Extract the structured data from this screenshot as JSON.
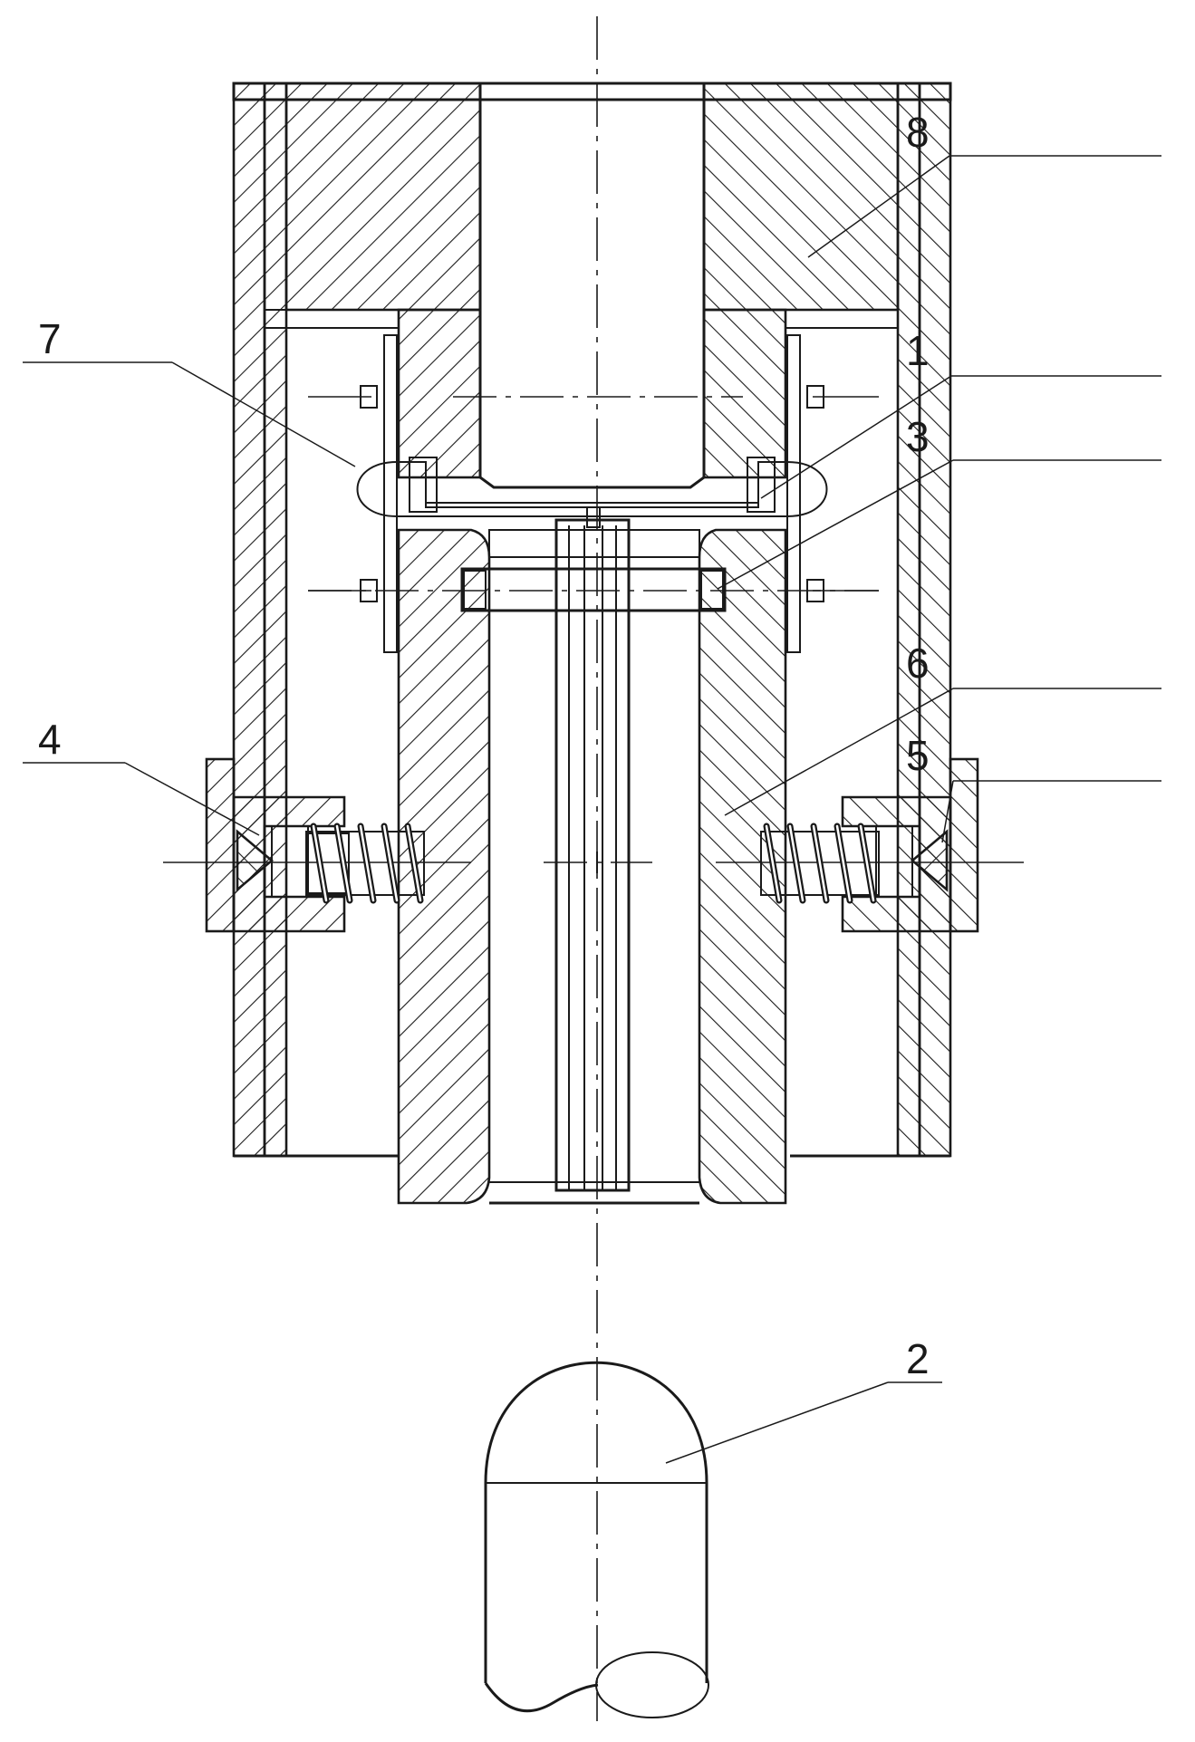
{
  "diagram": {
    "callouts": [
      {
        "id": "1",
        "text": "1"
      },
      {
        "id": "2",
        "text": "2"
      },
      {
        "id": "3",
        "text": "3"
      },
      {
        "id": "4",
        "text": "4"
      },
      {
        "id": "5",
        "text": "5"
      },
      {
        "id": "6",
        "text": "6"
      },
      {
        "id": "7",
        "text": "7"
      },
      {
        "id": "8",
        "text": "8"
      }
    ],
    "colors": {
      "line": "#1a1a1a",
      "background": "#ffffff"
    }
  }
}
